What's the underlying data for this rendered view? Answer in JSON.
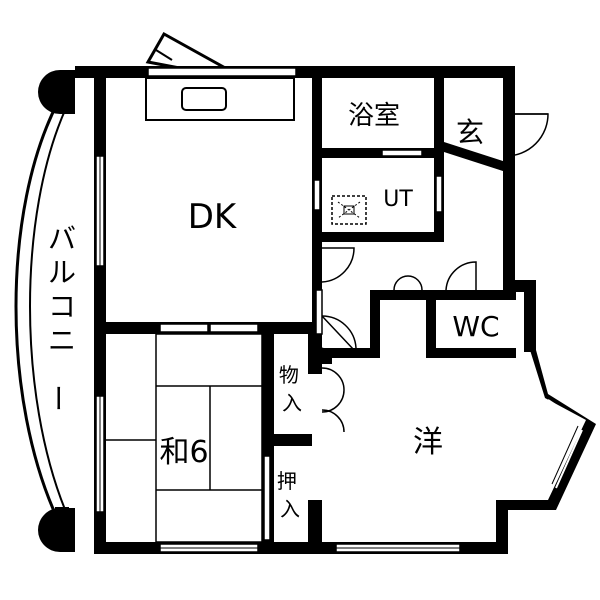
{
  "rooms": {
    "dk": "DK",
    "bath": "浴室",
    "entrance": "玄",
    "utility": "UT",
    "wc": "WC",
    "washitsu": "和6",
    "youshitsu": "洋",
    "storage": "物\n入",
    "closet": "押\n入"
  },
  "balcony": "バルコニー"
}
